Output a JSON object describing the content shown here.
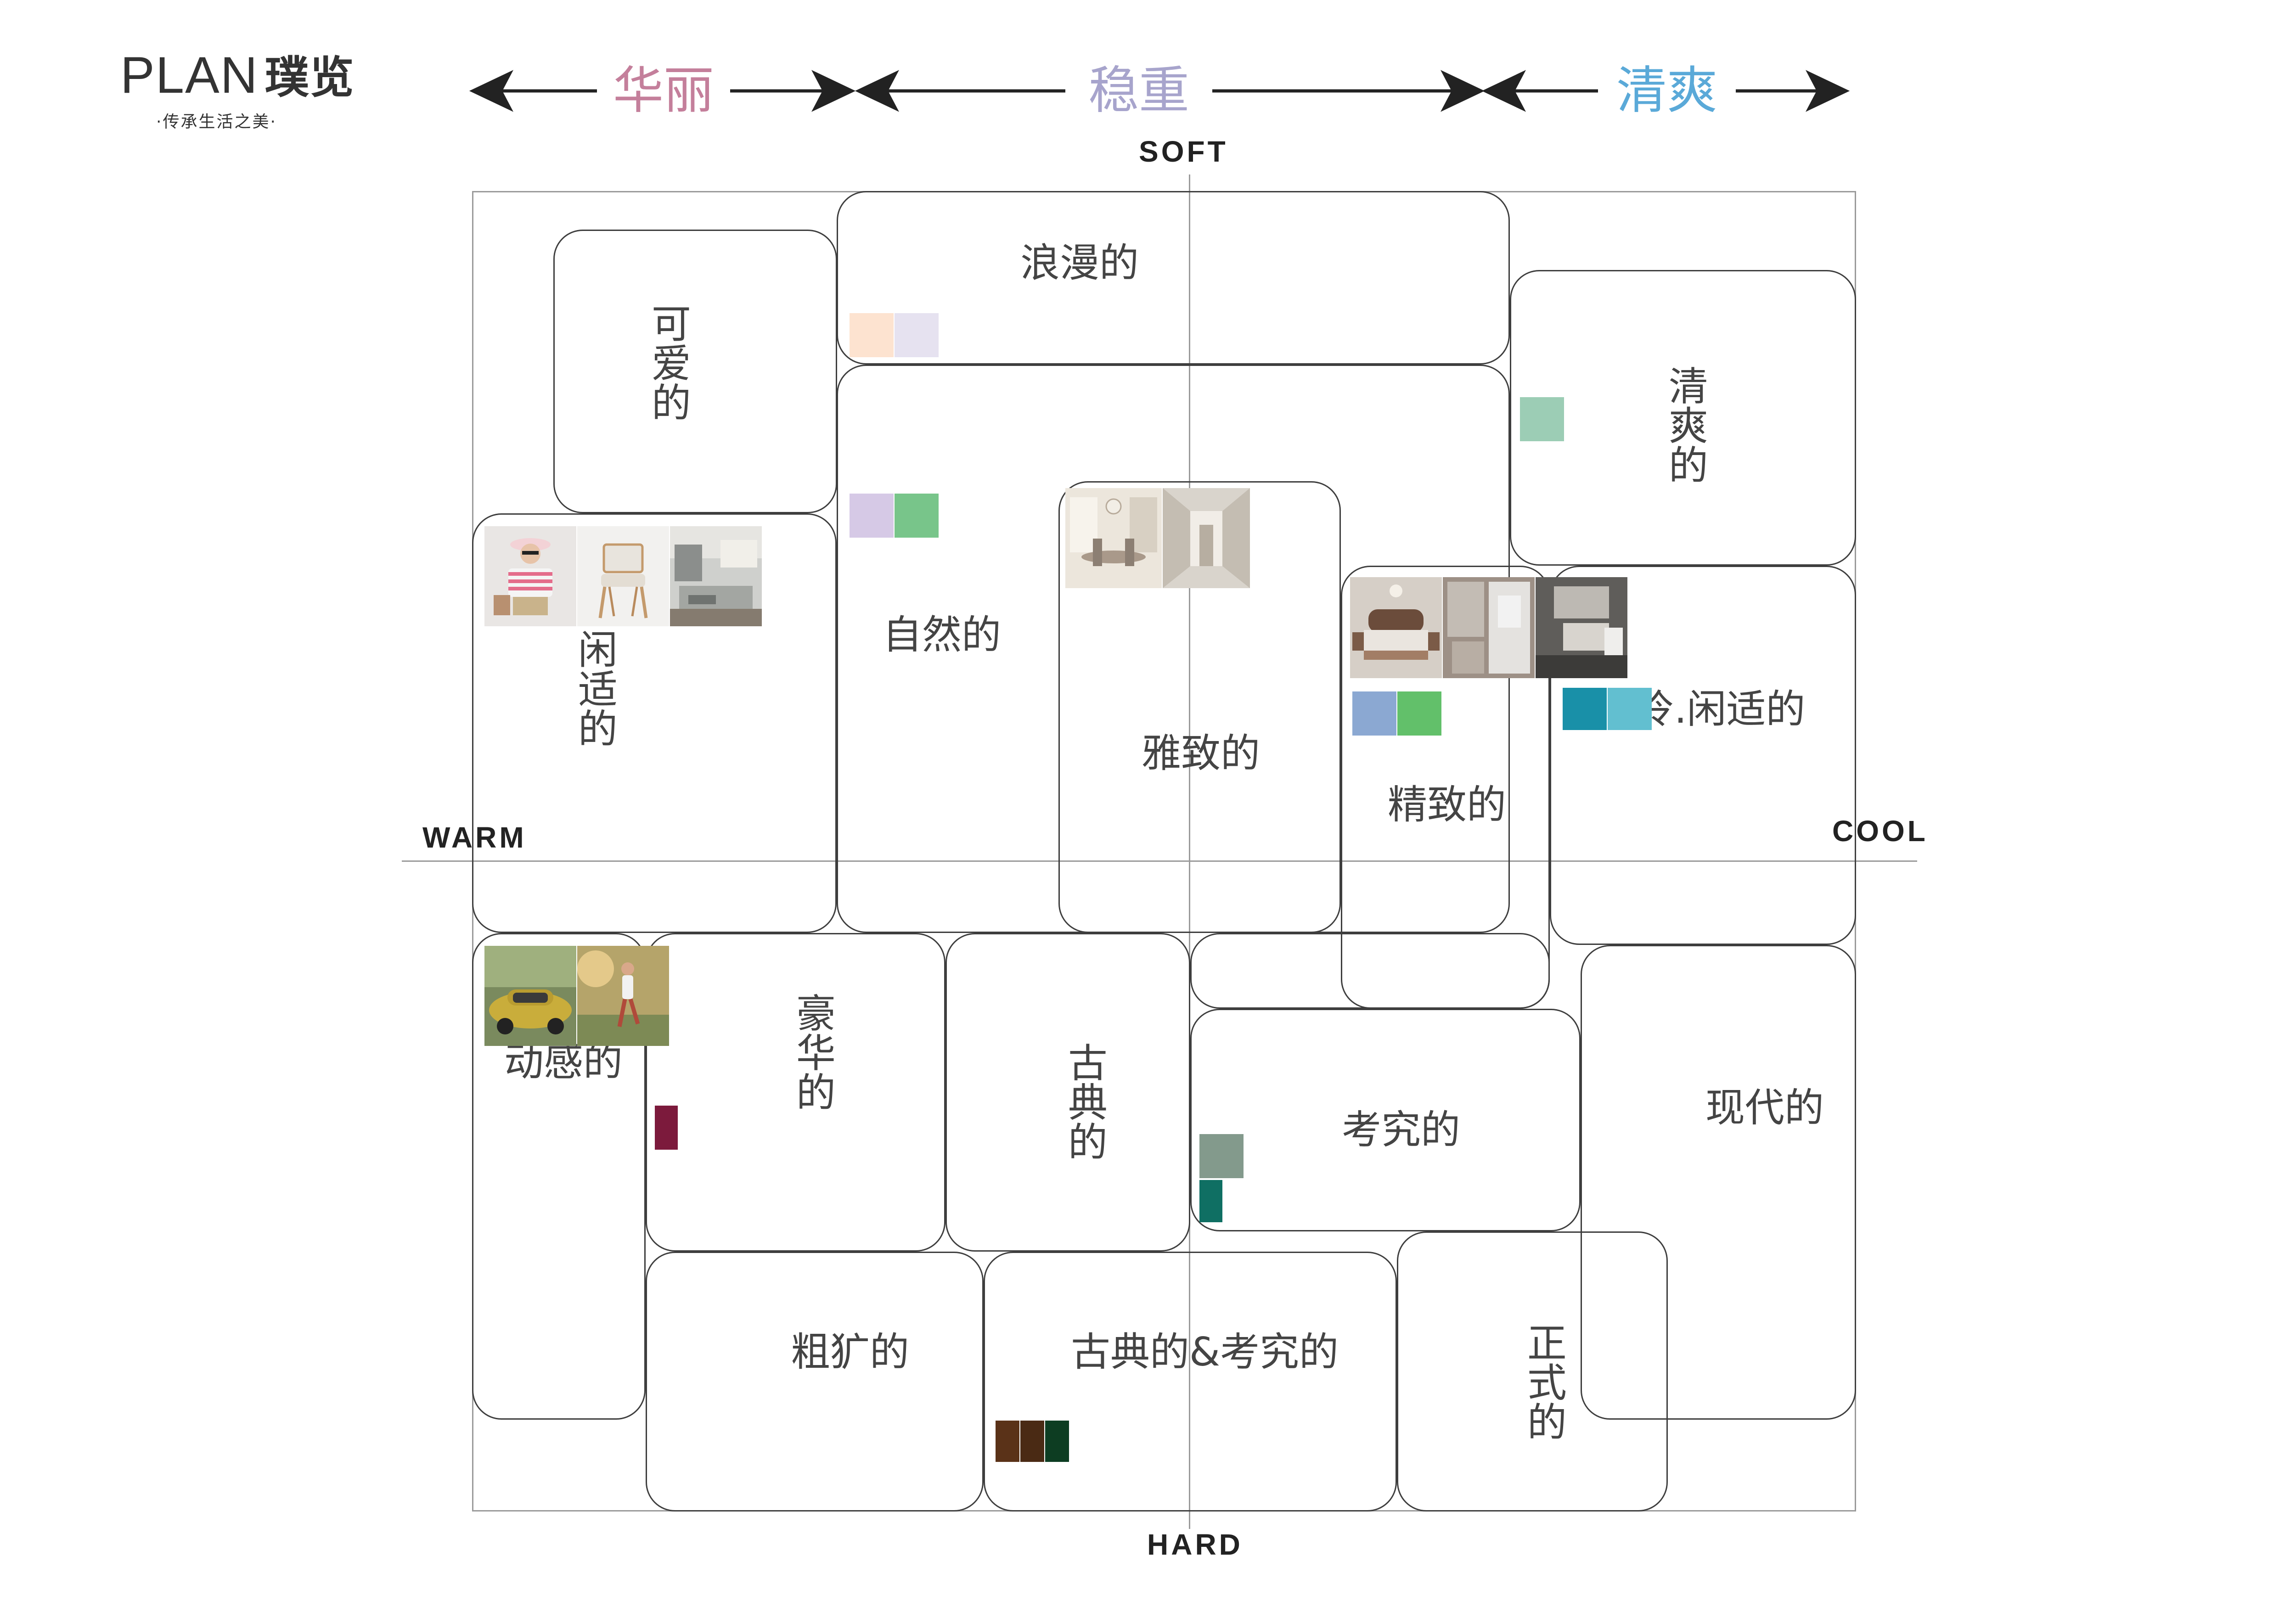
{
  "logo": {
    "brand": "PLAN",
    "brand_cn": "璞览",
    "tagline": "·传承生活之美·"
  },
  "header": {
    "gorgeous": {
      "label": "华丽",
      "color": "#c47f9b"
    },
    "steady": {
      "label": "稳重",
      "color": "#a7a4cc"
    },
    "fresh": {
      "label": "清爽",
      "color": "#5aa9d8"
    },
    "arrow_color": "#222222"
  },
  "axes": {
    "top": "SOFT",
    "bottom": "HARD",
    "left": "WARM",
    "right": "COOL"
  },
  "cells": {
    "cute": "可爱的",
    "romantic": "浪漫的",
    "refreshing": "清爽的",
    "leisure": "闲适的",
    "natural": "自然的",
    "elegant": "雅致的",
    "exquisite": "精致的",
    "cool_leisure": "冷.闲适的",
    "dynamic": "动感的",
    "luxurious": "豪华的",
    "classic": "古典的",
    "refined": "考究的",
    "modern": "现代的",
    "rugged": "粗犷的",
    "classic_refined": "古典的&考究的",
    "formal": "正式的"
  },
  "swatches": {
    "romantic": [
      "#fde3d0",
      "#e6e2f0"
    ],
    "natural": [
      "#d6c9e6",
      "#78c58a"
    ],
    "refreshing": [
      "#9ccdb5"
    ],
    "exquisite": [
      "#8ba8d2",
      "#62c06a"
    ],
    "cool_leisure": [
      "#1990a8",
      "#62bfd0"
    ],
    "luxurious": [
      "#7c1a3c"
    ],
    "refined": [
      "#839a8c",
      "#0f6f63"
    ],
    "classic_refined": [
      "#5a3218",
      "#4a2a14",
      "#0d3d22"
    ]
  },
  "photos": {
    "leisure": [
      "woman-photo",
      "chair-photo",
      "room-photo"
    ],
    "elegant": [
      "dining-interior-photo",
      "corridor-photo"
    ],
    "exquisite": [
      "bedroom-photo",
      "kitchen-photo",
      "bathroom-photo"
    ],
    "dynamic": [
      "car-photo",
      "runner-photo"
    ]
  }
}
